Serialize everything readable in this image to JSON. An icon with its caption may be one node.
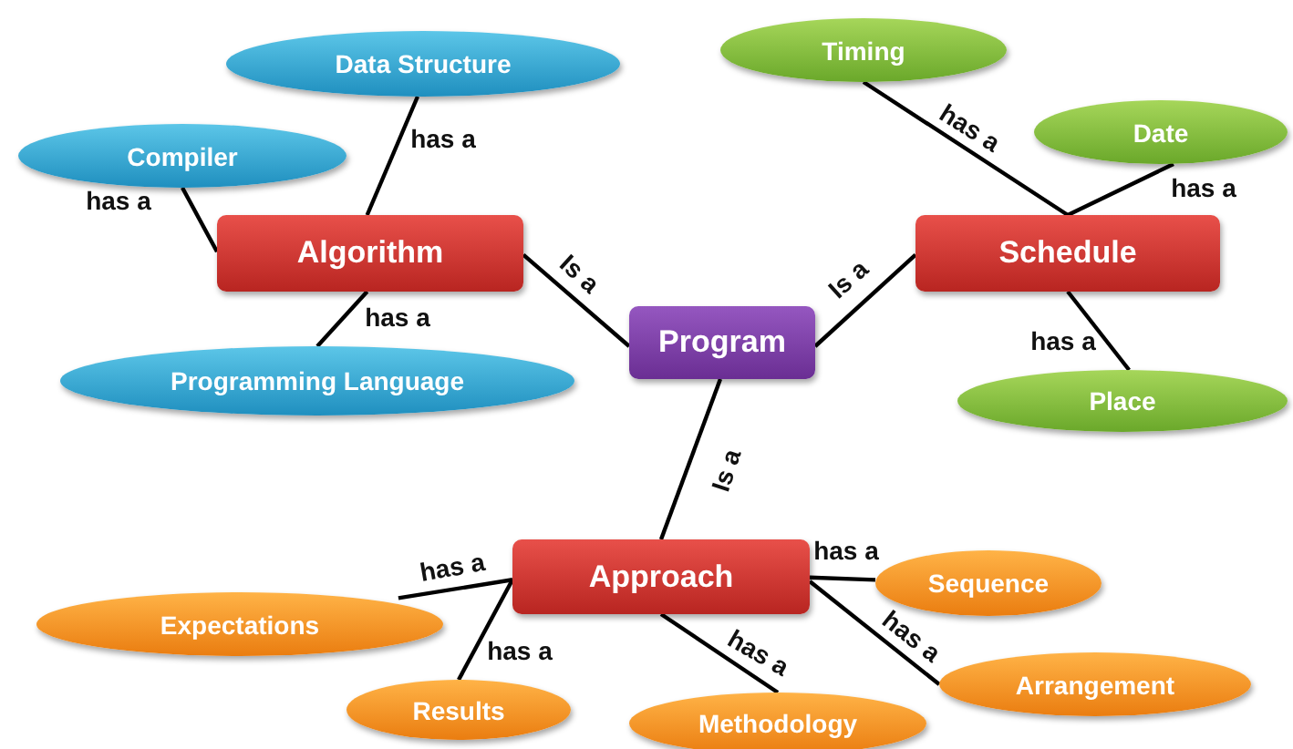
{
  "diagram": {
    "nodes": [
      {
        "text": [
          "Timing"
        ]
      },
      {
        "text": [
          "Data Structure"
        ]
      },
      {
        "text": [
          "Date"
        ]
      },
      {
        "text": [
          "Compiler"
        ]
      },
      {
        "text": [
          "Algorithm"
        ]
      },
      {
        "text": [
          "Schedule"
        ]
      },
      {
        "text": [
          "Program"
        ]
      },
      {
        "text": [
          "Programming Language"
        ]
      },
      {
        "text": [
          "Place"
        ]
      },
      {
        "text": [
          "Approach"
        ]
      },
      {
        "text": [
          "Sequence"
        ]
      },
      {
        "text": [
          "Expectations"
        ]
      },
      {
        "text": [
          "Results"
        ]
      },
      {
        "text": [
          "Arrangement"
        ]
      },
      {
        "text": [
          "Methodology"
        ]
      }
    ],
    "edges": [
      {
        "from": 4,
        "to": 1,
        "arrow": "none",
        "label": "has a"
      },
      {
        "from": 4,
        "to": 3,
        "arrow": "none",
        "label": "has a"
      },
      {
        "from": 4,
        "to": 7,
        "arrow": "none",
        "label": "has a"
      },
      {
        "from": 6,
        "to": 4,
        "arrow": "none",
        "label": "Is a"
      },
      {
        "from": 6,
        "to": 5,
        "arrow": "none",
        "label": "Is a"
      },
      {
        "from": 5,
        "to": 0,
        "arrow": "none",
        "label": "has a"
      },
      {
        "from": 5,
        "to": 2,
        "arrow": "none",
        "label": "has a"
      },
      {
        "from": 5,
        "to": 8,
        "arrow": "none",
        "label": "has a"
      },
      {
        "from": 6,
        "to": 9,
        "arrow": "none",
        "label": "Is a"
      },
      {
        "from": 9,
        "to": 11,
        "arrow": "none",
        "label": "has a"
      },
      {
        "from": 9,
        "to": 12,
        "arrow": "none",
        "label": "has a"
      },
      {
        "from": 9,
        "to": 14,
        "arrow": "none",
        "label": "has a"
      },
      {
        "from": 9,
        "to": 10,
        "arrow": "none",
        "label": "has a"
      },
      {
        "from": 9,
        "to": 13,
        "arrow": "none",
        "label": "has a"
      }
    ]
  }
}
